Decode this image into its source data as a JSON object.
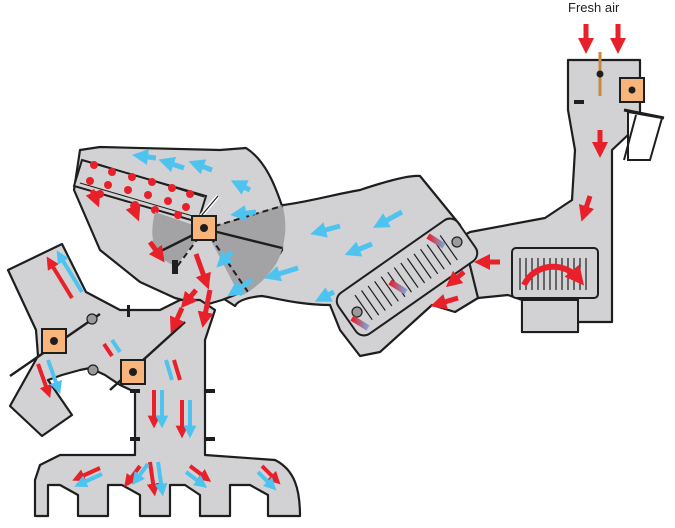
{
  "labels": {
    "fresh_air": "Fresh air"
  },
  "colors": {
    "duct_fill": "#d2d2d4",
    "duct_outline": "#1e1e1e",
    "hot": "#e8202a",
    "cold": "#4ec3ef",
    "flap_fill": "#f7b57c",
    "mixing_zone": "#a3a3a6",
    "background": "#ffffff"
  },
  "components": [
    "fresh-air-inlet",
    "fresh-air-flap",
    "blower",
    "evaporator",
    "heater-core",
    "temperature-mixing-flap",
    "mixing-chamber",
    "footwell-flap",
    "center-vent-flap",
    "footwell-outlets"
  ]
}
